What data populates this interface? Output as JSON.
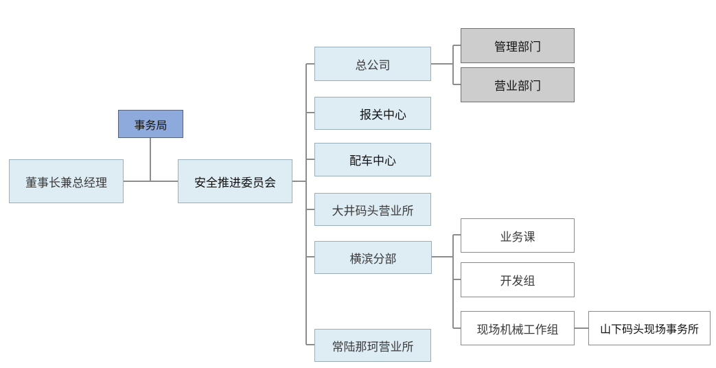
{
  "nodes": {
    "jimu_kyoku": "事务局",
    "chairman": "董事长兼总经理",
    "safety_committee": "安全推进委员会",
    "head_office": "总公司",
    "customs_center": "报关中心",
    "dispatch_center": "配车中心",
    "oi_office": "大井码头营业所",
    "yokohama_branch": "横滨分部",
    "hitachinaka_office": "常陆那珂营业所",
    "mgmt_dept": "管理部门",
    "sales_dept": "营业部门",
    "business_section": "业务课",
    "dev_group": "开发组",
    "field_machinery_group": "现场机械工作组",
    "yamashita_office": "山下码头现场事务所"
  },
  "colors": {
    "blue_fill": "#deecf3",
    "navy_fill": "#8ea9db",
    "gray_fill": "#cdcdcd",
    "connector": "#8c8c8c"
  }
}
